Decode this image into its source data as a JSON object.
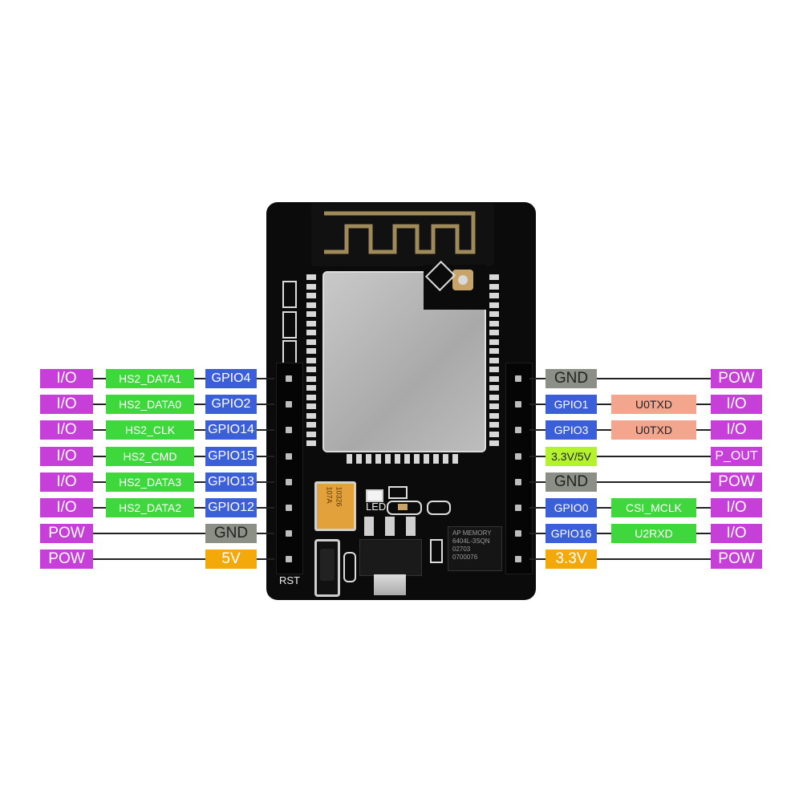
{
  "colors": {
    "io_pow": "#c53fd8",
    "hs2": "#3fd83c",
    "gpio": "#3a5fd9",
    "gnd": "#8c8f85",
    "uart": "#f3a58e",
    "v5": "#f4a90a",
    "v33": "#f4a90a",
    "v33_5": "#b4f22d",
    "board": "#0b0b0b",
    "shield": "#b9b9b9"
  },
  "left_pins": [
    {
      "type": "I/O",
      "func": "HS2_DATA1",
      "pin": "GPIO4"
    },
    {
      "type": "I/O",
      "func": "HS2_DATA0",
      "pin": "GPIO2"
    },
    {
      "type": "I/O",
      "func": "HS2_CLK",
      "pin": "GPIO14"
    },
    {
      "type": "I/O",
      "func": "HS2_CMD",
      "pin": "GPIO15"
    },
    {
      "type": "I/O",
      "func": "HS2_DATA3",
      "pin": "GPIO13"
    },
    {
      "type": "I/O",
      "func": "HS2_DATA2",
      "pin": "GPIO12"
    },
    {
      "type": "POW",
      "func": "",
      "pin": "GND"
    },
    {
      "type": "POW",
      "func": "",
      "pin": "5V"
    }
  ],
  "right_pins": [
    {
      "pin": "GND",
      "func": "",
      "type": "POW"
    },
    {
      "pin": "GPIO1",
      "func": "U0TXD",
      "type": "I/O"
    },
    {
      "pin": "GPIO3",
      "func": "U0TXD",
      "type": "I/O"
    },
    {
      "pin": "3.3V/5V",
      "func": "",
      "type": "P_OUT"
    },
    {
      "pin": "GND",
      "func": "",
      "type": "POW"
    },
    {
      "pin": "GPIO0",
      "func": "CSI_MCLK",
      "type": "I/O"
    },
    {
      "pin": "GPIO16",
      "func": "U2RXD",
      "type": "I/O"
    },
    {
      "pin": "3.3V",
      "func": "",
      "type": "POW"
    }
  ],
  "board": {
    "rst_label": "RST",
    "led_label": "LED1",
    "cap_text_1": "107A",
    "cap_text_2": "10326",
    "chip_line_1": "AP MEMORY",
    "chip_line_2": "6404L-3SQN",
    "chip_line_3": "02703",
    "chip_line_4": "0700076"
  }
}
